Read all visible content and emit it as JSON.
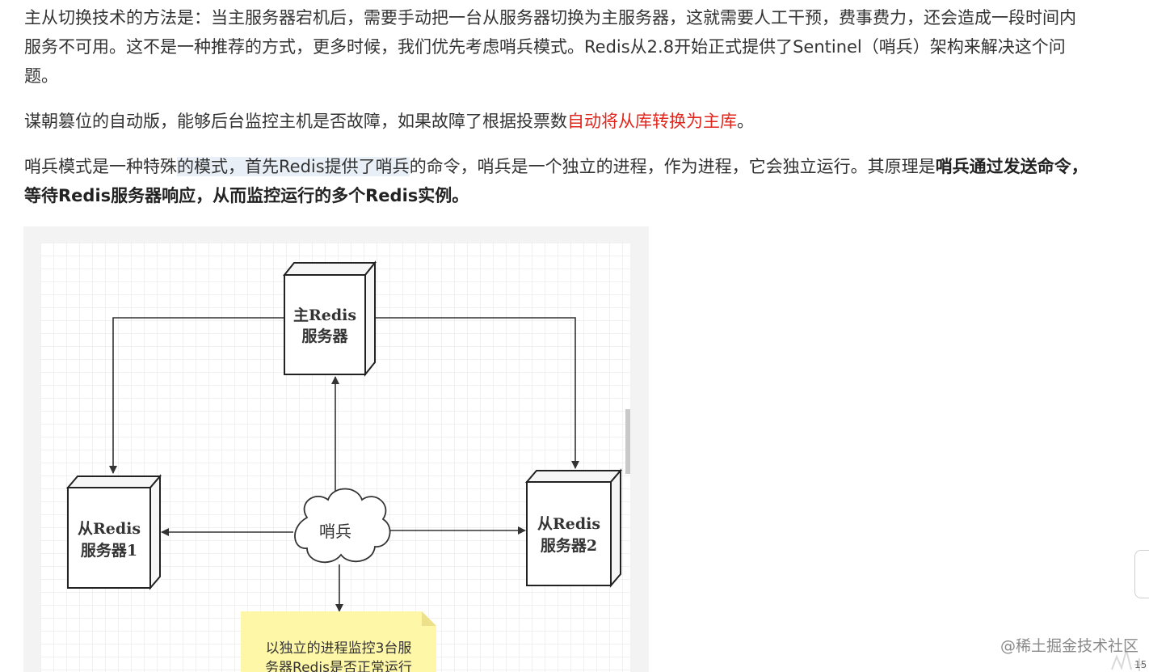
{
  "paragraphs": {
    "p1": "主从切换技术的方法是：当主服务器宕机后，需要手动把一台从服务器切换为主服务器，这就需要人工干预，费事费力，还会造成一段时间内服务不可用。这不是一种推荐的方式，更多时候，我们优先考虑哨兵模式。Redis从2.8开始正式提供了Sentinel（哨兵）架构来解决这个问题。",
    "p2_before": "谋朝篡位的自动版，能够后台监控主机是否故障，如果故障了根据投票数",
    "p2_highlight": "自动将从库转换为主库",
    "p2_after": "。",
    "p3_a": "哨兵模式是一种特殊",
    "p3_b": "的模式，首先Redis提供了哨兵",
    "p3_c": "的命令，哨兵是一个独立的进程，作为进程，它会独立运行。其原理是",
    "p3_bold": "哨兵通过发送命令，等待Redis服务器响应，从而监控运行的多个Redis实例。"
  },
  "diagram": {
    "master_line1": "主Redis",
    "master_line2": "服务器",
    "slave1_line1": "从Redis",
    "slave1_line2": "服务器1",
    "slave2_line1": "从Redis",
    "slave2_line2": "服务器2",
    "sentinel": "哨兵",
    "note_line1": "以独立的进程监控3台服",
    "note_line2": "务器Redis是否正常运行"
  },
  "watermark": "@稀土掘金技术社区",
  "corner_number": "15",
  "colors": {
    "text": "#333333",
    "accent_red": "#e0261d",
    "note_yellow": "#fff7a8",
    "grid": "#e3e3e3"
  }
}
